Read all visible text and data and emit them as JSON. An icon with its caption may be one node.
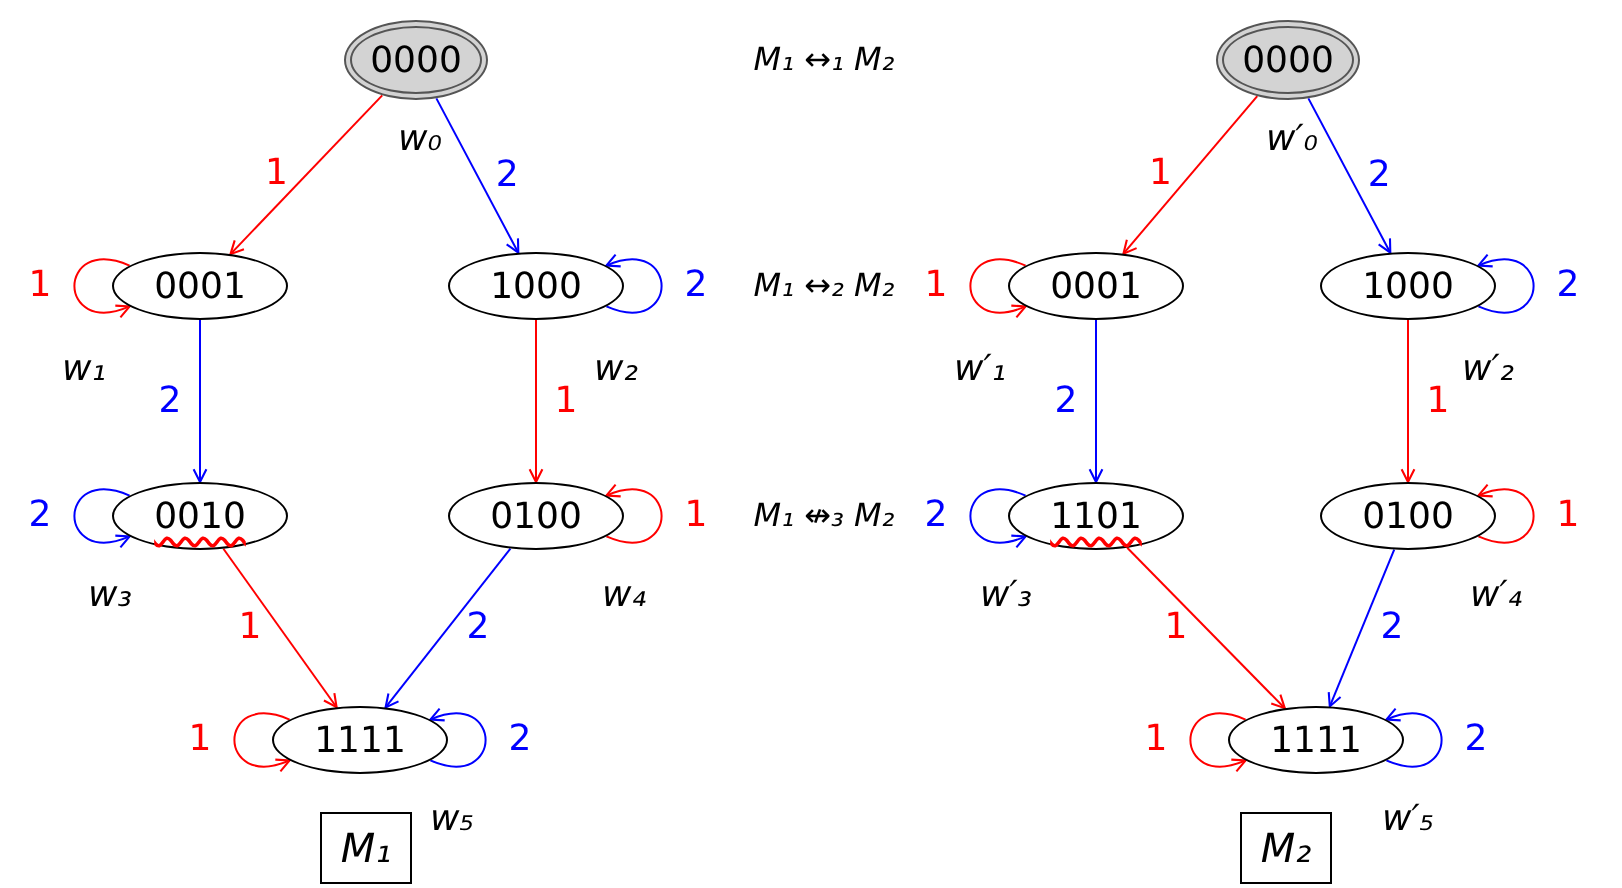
{
  "diagram": {
    "nodes": [
      {
        "text": [
          "0000"
        ],
        "beside": [
          "w₀"
        ]
      },
      {
        "text": [
          "0001"
        ],
        "beside": [
          "w₁"
        ]
      },
      {
        "text": [
          "1000"
        ],
        "beside": [
          "w₂"
        ]
      },
      {
        "text": [
          "0010"
        ],
        "beside": [
          "w₃"
        ]
      },
      {
        "text": [
          "0100"
        ],
        "beside": [
          "w₄"
        ]
      },
      {
        "text": [
          "1111"
        ],
        "beside": [
          "w₅"
        ]
      },
      {
        "text": [
          "M₁"
        ]
      },
      {
        "text": [
          "0000"
        ],
        "beside": [
          "w′₀"
        ]
      },
      {
        "text": [
          "0001"
        ],
        "beside": [
          "w′₁"
        ]
      },
      {
        "text": [
          "1000"
        ],
        "beside": [
          "w′₂"
        ]
      },
      {
        "text": [
          "1101"
        ],
        "beside": [
          "w′₃"
        ]
      },
      {
        "text": [
          "0100"
        ],
        "beside": [
          "w′₄"
        ]
      },
      {
        "text": [
          "1111"
        ],
        "beside": [
          "w′₅"
        ]
      },
      {
        "text": [
          "M₂"
        ]
      }
    ],
    "edges": [
      {
        "from": 0,
        "to": 1,
        "arrow": "to",
        "label": "1",
        "color": "#ff0000"
      },
      {
        "from": 0,
        "to": 2,
        "arrow": "to",
        "label": "2",
        "color": "#0000ff"
      },
      {
        "from": 1,
        "to": 1,
        "arrow": "to",
        "label": "1",
        "color": "#ff0000"
      },
      {
        "from": 2,
        "to": 2,
        "arrow": "to",
        "label": "2",
        "color": "#0000ff"
      },
      {
        "from": 1,
        "to": 3,
        "arrow": "to",
        "label": "2",
        "color": "#0000ff"
      },
      {
        "from": 2,
        "to": 4,
        "arrow": "to",
        "label": "1",
        "color": "#ff0000"
      },
      {
        "from": 3,
        "to": 3,
        "arrow": "to",
        "label": "2",
        "color": "#0000ff"
      },
      {
        "from": 4,
        "to": 4,
        "arrow": "to",
        "label": "1",
        "color": "#ff0000"
      },
      {
        "from": 3,
        "to": 5,
        "arrow": "to",
        "label": "1",
        "color": "#ff0000"
      },
      {
        "from": 4,
        "to": 5,
        "arrow": "to",
        "label": "2",
        "color": "#0000ff"
      },
      {
        "from": 5,
        "to": 5,
        "arrow": "to",
        "label": "1",
        "color": "#ff0000"
      },
      {
        "from": 5,
        "to": 5,
        "arrow": "to",
        "label": "2",
        "color": "#0000ff"
      },
      {
        "from": 7,
        "to": 8,
        "arrow": "to",
        "label": "1",
        "color": "#ff0000"
      },
      {
        "from": 7,
        "to": 9,
        "arrow": "to",
        "label": "2",
        "color": "#0000ff"
      },
      {
        "from": 8,
        "to": 8,
        "arrow": "to",
        "label": "1",
        "color": "#ff0000"
      },
      {
        "from": 9,
        "to": 9,
        "arrow": "to",
        "label": "2",
        "color": "#0000ff"
      },
      {
        "from": 8,
        "to": 10,
        "arrow": "to",
        "label": "2",
        "color": "#0000ff"
      },
      {
        "from": 9,
        "to": 11,
        "arrow": "to",
        "label": "1",
        "color": "#ff0000"
      },
      {
        "from": 10,
        "to": 10,
        "arrow": "to",
        "label": "2",
        "color": "#0000ff"
      },
      {
        "from": 11,
        "to": 11,
        "arrow": "to",
        "label": "1",
        "color": "#ff0000"
      },
      {
        "from": 10,
        "to": 12,
        "arrow": "to",
        "label": "1",
        "color": "#ff0000"
      },
      {
        "from": 11,
        "to": 12,
        "arrow": "to",
        "label": "2",
        "color": "#0000ff"
      },
      {
        "from": 12,
        "to": 12,
        "arrow": "to",
        "label": "1",
        "color": "#ff0000"
      },
      {
        "from": 12,
        "to": 12,
        "arrow": "to",
        "label": "2",
        "color": "#0000ff"
      }
    ],
    "labels": [
      "M₁ ↔₁ M₂",
      "M₁ ↔₂ M₂",
      "M₁ ↮₃ M₂"
    ]
  }
}
